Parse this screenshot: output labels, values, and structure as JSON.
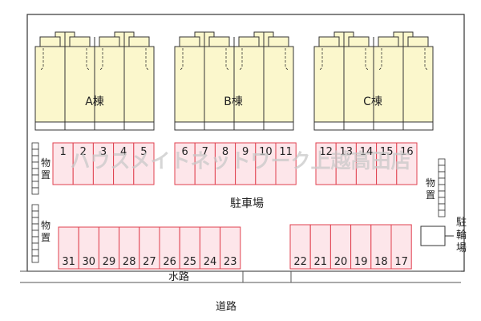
{
  "buildings": [
    {
      "label": "A棟"
    },
    {
      "label": "B棟"
    },
    {
      "label": "C棟"
    }
  ],
  "parking_rows": [
    {
      "row": "upper-left",
      "spaces": [
        "1",
        "2",
        "3",
        "4",
        "5"
      ]
    },
    {
      "row": "upper-middle",
      "spaces": [
        "6",
        "7",
        "8",
        "9",
        "10",
        "11"
      ]
    },
    {
      "row": "upper-right",
      "spaces": [
        "12",
        "13",
        "14",
        "15",
        "16"
      ]
    },
    {
      "row": "lower-left",
      "spaces": [
        "31",
        "30",
        "29",
        "28",
        "27",
        "26",
        "25",
        "24",
        "23"
      ]
    },
    {
      "row": "lower-right",
      "spaces": [
        "22",
        "21",
        "20",
        "19",
        "18",
        "17"
      ]
    }
  ],
  "labels": {
    "parking_lot": "駐車場",
    "storage": "物\n置",
    "bicycle_parking": "駐\n輪\n場",
    "waterway": "水路",
    "road": "道路",
    "watermark": "ハウスメイトネットワーク上越高田店"
  },
  "colors": {
    "building_fill": "#fbf7cc",
    "parking_fill": "#fde6ea",
    "parking_stroke": "#e0404f",
    "line": "#333333",
    "watermark": "#c8c8c8"
  }
}
